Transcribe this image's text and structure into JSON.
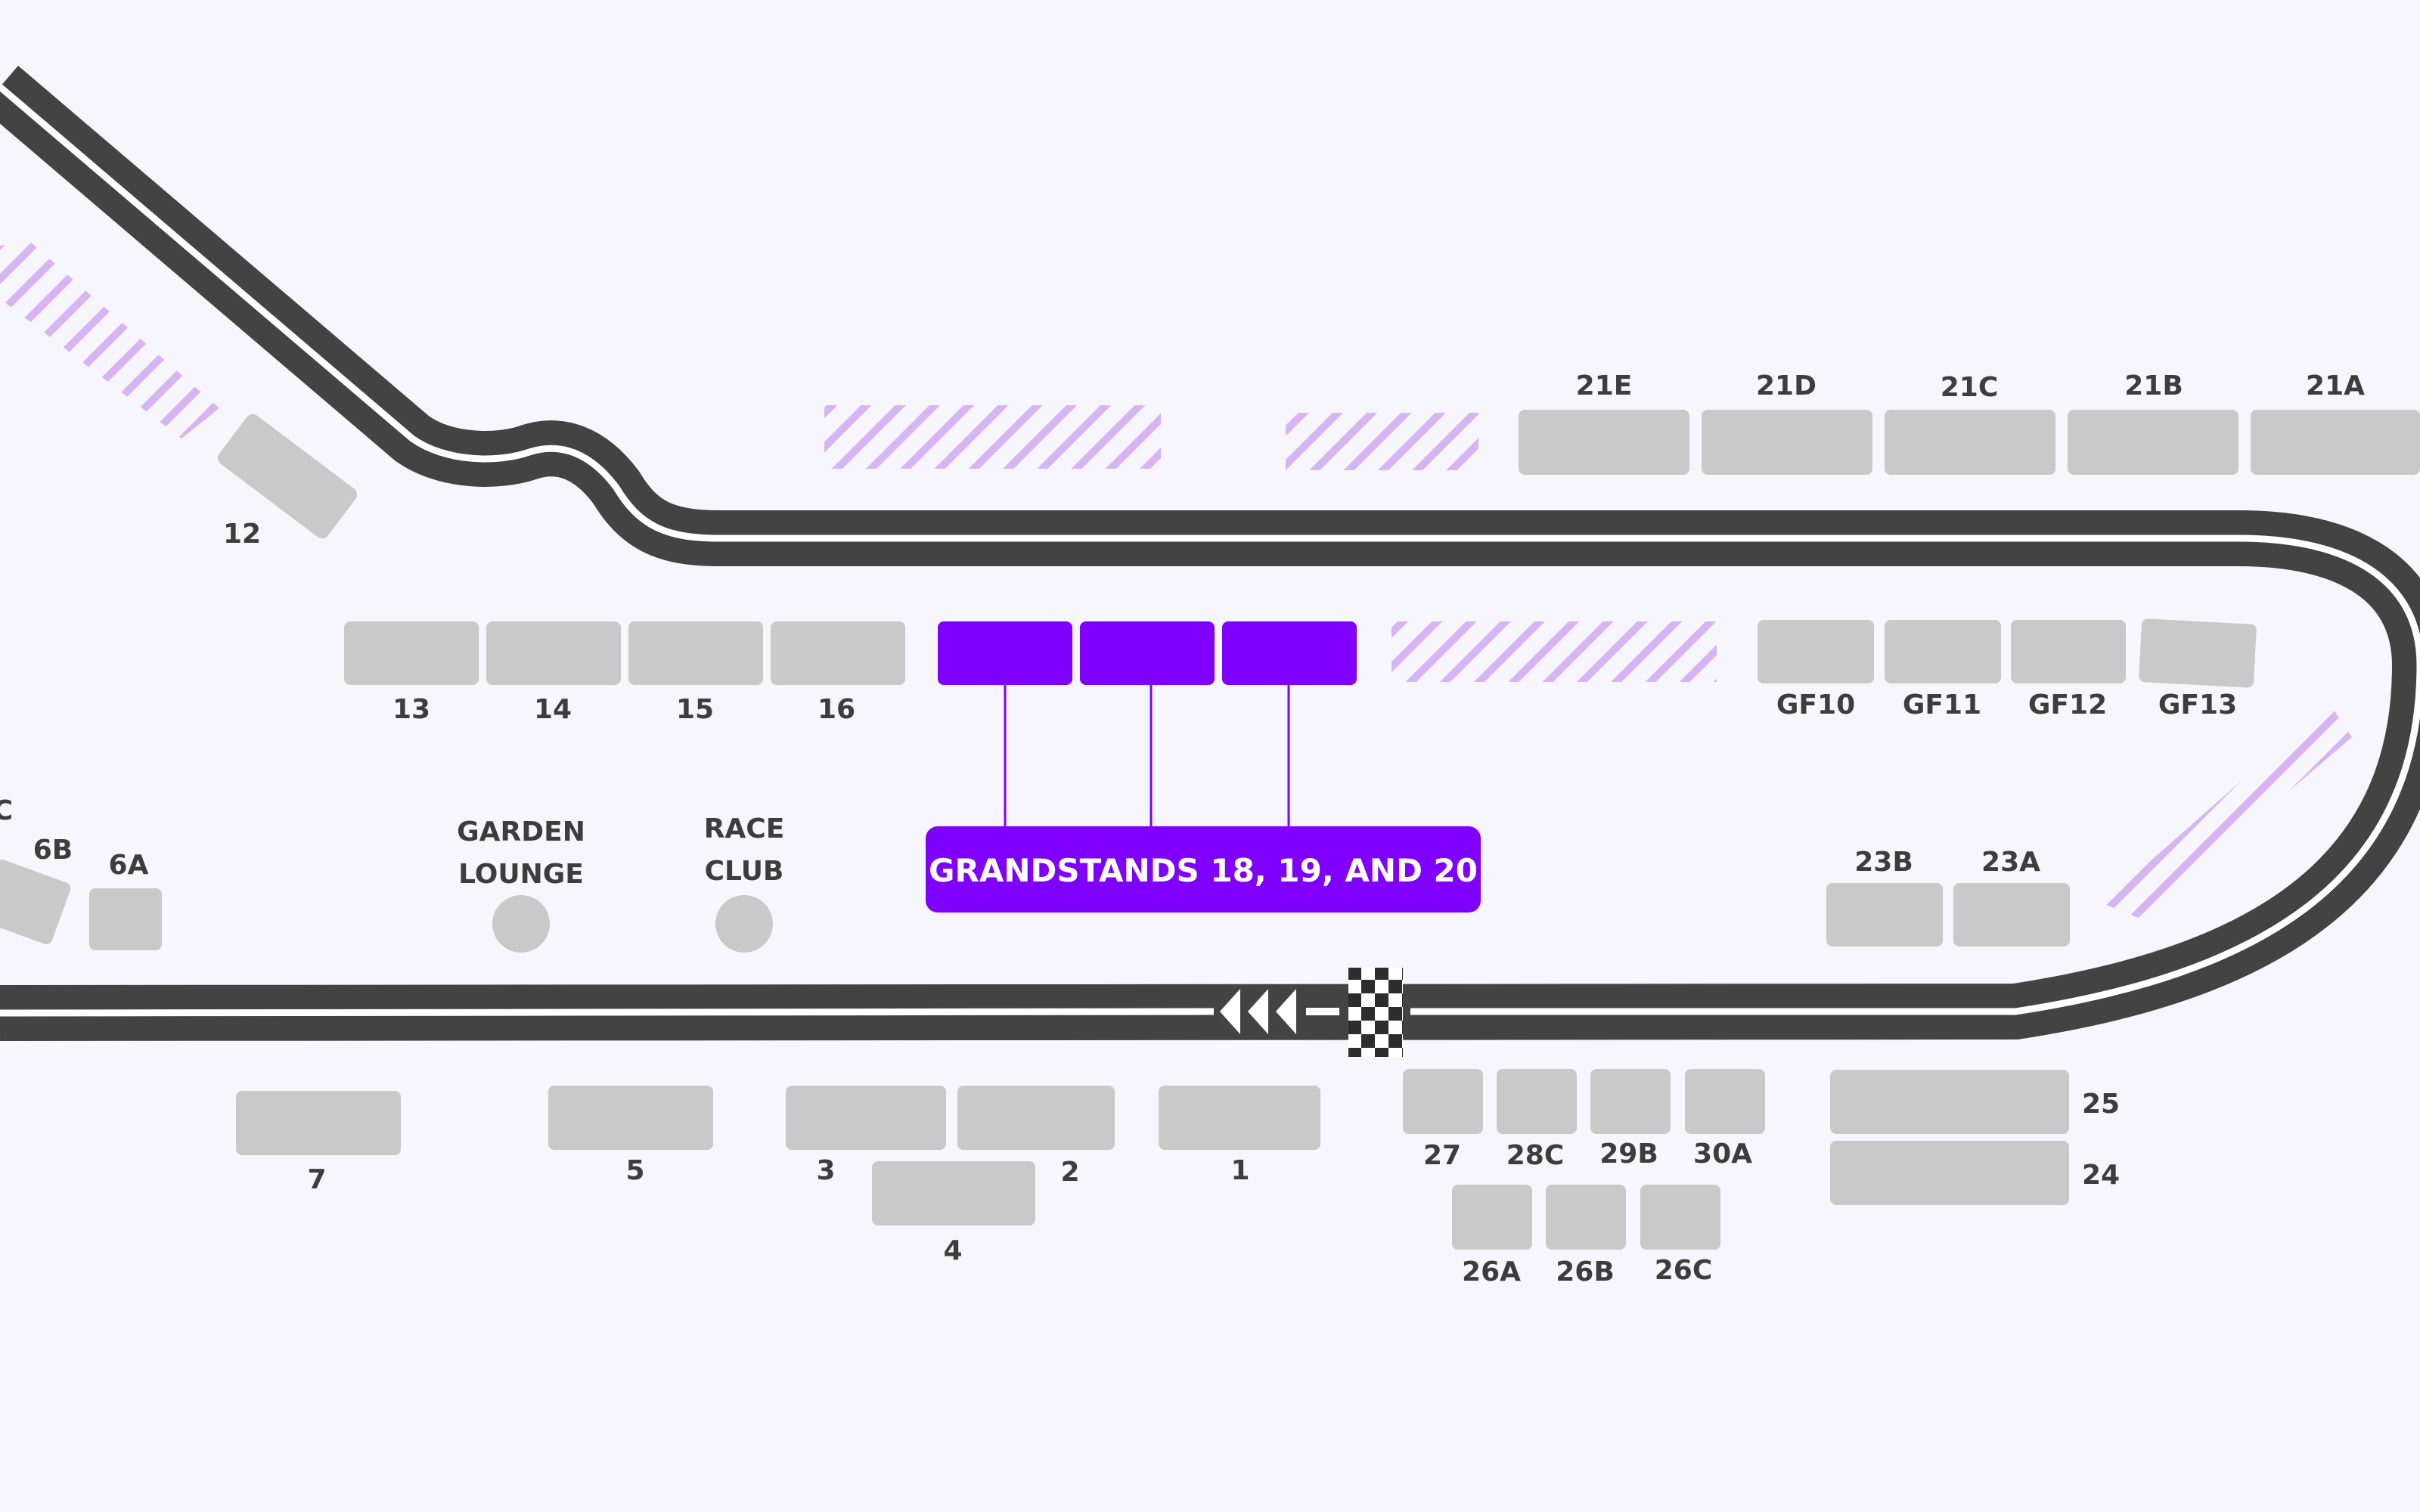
{
  "colors": {
    "background": "#f7f6fd",
    "track": "#434343",
    "grandstand": "#c9c9c9",
    "highlight": "#7f00ff",
    "restricted_hatch": "#d7b4f5",
    "label": "#3d3d3d"
  },
  "callout": {
    "text": "GRANDSTANDS 18, 19, AND 20"
  },
  "labels": {
    "gs_12": "12",
    "gs_13": "13",
    "gs_14": "14",
    "gs_15": "15",
    "gs_16": "16",
    "gs_21e": "21E",
    "gs_21d": "21D",
    "gs_21c": "21C",
    "gs_21b": "21B",
    "gs_21a": "21A",
    "gs_gf10": "GF10",
    "gs_gf11": "GF11",
    "gs_gf12": "GF12",
    "gs_gf13": "GF13",
    "gs_6c": "C",
    "gs_6b": "6B",
    "gs_6a": "6A",
    "garden_lounge_1": "GARDEN",
    "garden_lounge_2": "LOUNGE",
    "race_club_1": "RACE",
    "race_club_2": "CLUB",
    "gs_23b": "23B",
    "gs_23a": "23A",
    "gs_7": "7",
    "gs_5": "5",
    "gs_3": "3",
    "gs_2": "2",
    "gs_4": "4",
    "gs_1": "1",
    "gs_27": "27",
    "gs_28c": "28C",
    "gs_29b": "29B",
    "gs_30a": "30A",
    "gs_26a": "26A",
    "gs_26b": "26B",
    "gs_26c": "26C",
    "gs_25": "25",
    "gs_24": "24"
  }
}
